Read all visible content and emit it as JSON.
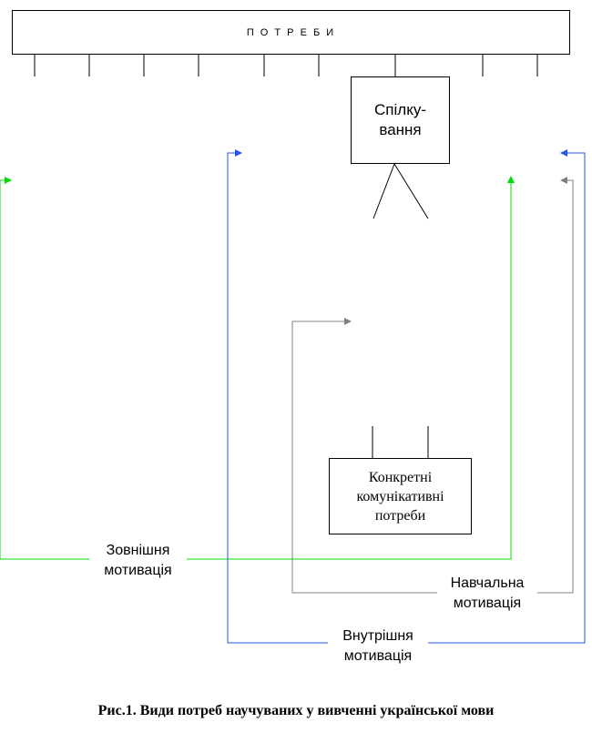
{
  "needs_box": {
    "text": "П О Т Р Е Б И"
  },
  "communication_box": {
    "line1": "Спілку-",
    "line2": "вання"
  },
  "specific_needs_box": {
    "line1": "Конкретні",
    "line2": "комунікативні",
    "line3": "потреби"
  },
  "external_motivation": {
    "line1": "Зовнішня",
    "line2": "мотивація",
    "color": "#00dd00"
  },
  "educational_motivation": {
    "line1": "Навчальна",
    "line2": "мотивація",
    "color": "#808080"
  },
  "internal_motivation": {
    "line1": "Внутрішня",
    "line2": "мотивація",
    "color": "#2255ee"
  },
  "caption": "Рис.1. Види потреб научуваних у вивченні української мови"
}
